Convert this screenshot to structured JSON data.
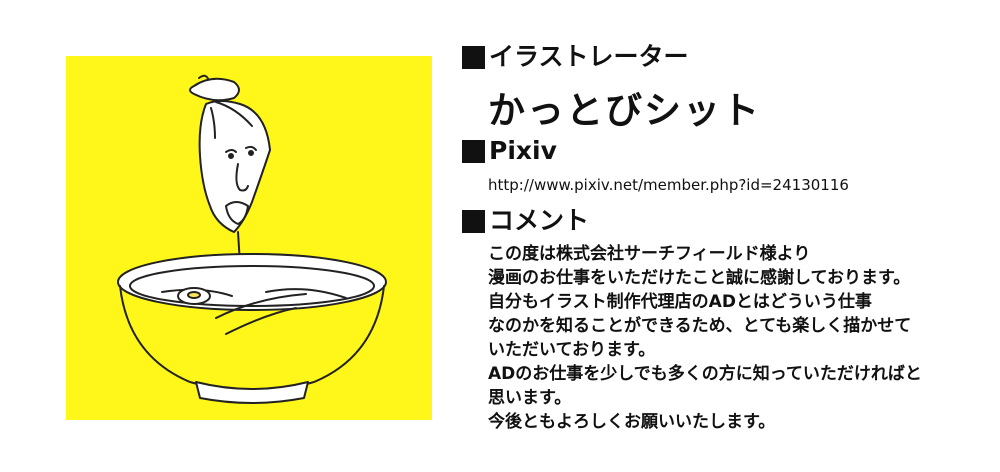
{
  "profile": {
    "role_heading": "イラストレーター",
    "name": "かっとびシット",
    "pixiv_heading": "Pixiv",
    "pixiv_url": "http://www.pixiv.net/member.php?id=24130116",
    "comment_heading": "コメント",
    "comment_lines": [
      "この度は株式会社サーチフィールド様より",
      "漫画のお仕事をいただけたこと誠に感謝しております。",
      "自分もイラスト制作代理店のADとはどういう仕事",
      "なのかを知ることができるため、とても楽しく描かせて",
      "いただいております。",
      "ADのお仕事を少しでも多くの方に知っていただければと",
      "思います。",
      "今後ともよろしくお願いいたします。"
    ]
  },
  "colors": {
    "illustration_bg": "#fff61a",
    "text": "#111111"
  },
  "icons": [
    "black-square-bullet-icon"
  ]
}
